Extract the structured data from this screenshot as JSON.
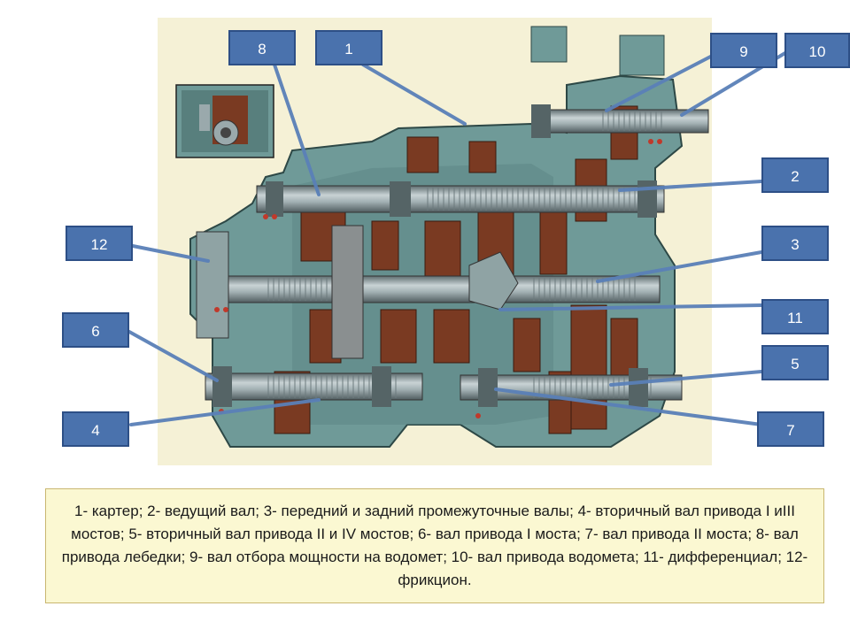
{
  "figure": {
    "callouts": [
      {
        "id": "c8",
        "label": "8"
      },
      {
        "id": "c1",
        "label": "1"
      },
      {
        "id": "c9",
        "label": "9"
      },
      {
        "id": "c10",
        "label": "10"
      },
      {
        "id": "c2",
        "label": "2"
      },
      {
        "id": "c12",
        "label": "12"
      },
      {
        "id": "c3",
        "label": "3"
      },
      {
        "id": "c11",
        "label": "11"
      },
      {
        "id": "c6",
        "label": "6"
      },
      {
        "id": "c5",
        "label": "5"
      },
      {
        "id": "c4",
        "label": "4"
      },
      {
        "id": "c7",
        "label": "7"
      }
    ],
    "caption": "1- картер; 2- ведущий вал; 3- передний и задний промежуточные валы; 4- вторичный вал привода I иIII мостов; 5- вторичный вал привода II и IV мостов; 6- вал привода I моста; 7- вал привода II моста; 8- вал привода лебедки; 9- вал отбора мощности на водомет; 10- вал привода водомета; 11- дифференциал; 12- фрикцион."
  },
  "colors": {
    "callout_fill": "#4a72ad",
    "callout_text": "#ffffff",
    "caption_bg": "#fbf8d2",
    "housing": "#6f9a98",
    "housing_dark": "#4b6f6d",
    "gear_brown": "#7a3a22",
    "shaft": "#9aa9ac",
    "background_paper": "#f5f1d6"
  }
}
